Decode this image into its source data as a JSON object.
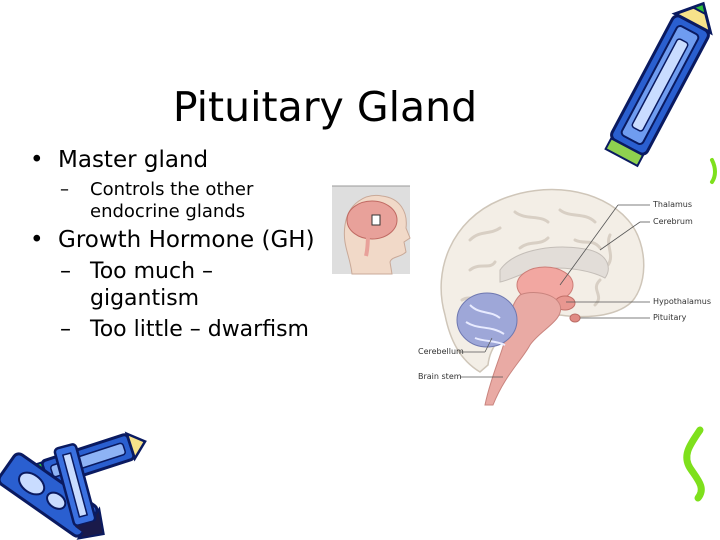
{
  "slide": {
    "title": "Pituitary Gland",
    "bullets": [
      {
        "text": "Master gland",
        "subs": [
          "Controls the other",
          "endocrine glands"
        ]
      },
      {
        "text": "Growth Hormone (GH)",
        "subs": [
          "Too much –",
          "gigantism",
          "Too little – dwarfism"
        ]
      }
    ],
    "bullet_glyph": "•",
    "dash_glyph": "–"
  },
  "diagram": {
    "labels": {
      "thalamus": "Thalamus",
      "cerebrum": "Cerebrum",
      "hypothalamus": "Hypothalamus",
      "pituitary": "Pituitary",
      "cerebellum": "Cerebellum",
      "brain_stem": "Brain stem"
    },
    "colors": {
      "cortex": "#f3eee6",
      "cortex_fold": "#d8cfc4",
      "thalamus": "#f2a7a1",
      "stem": "#e9aaa4",
      "cerebellum": "#9ea7d8",
      "skin": "#f1d9c8",
      "mini_bg": "#dedede"
    }
  },
  "decor": {
    "pencil_color": "#2a5fd0",
    "pencil_outline": "#0a1a60",
    "swirl_color": "#7ee01c"
  }
}
